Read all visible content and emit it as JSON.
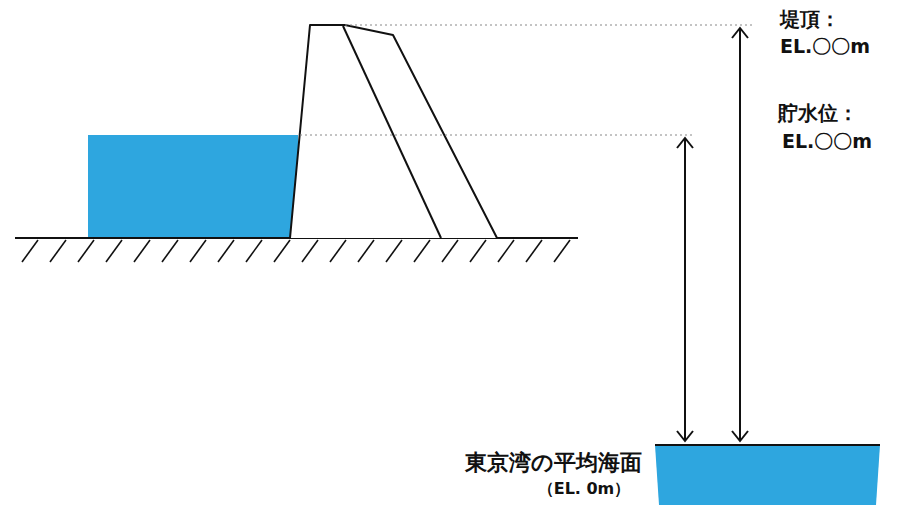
{
  "diagram": {
    "labels": [
      "堤頂：",
      "EL.〇〇m",
      "貯水位：",
      "EL.〇〇m",
      "東京湾の平均海面",
      "（EL. 0m）"
    ]
  }
}
